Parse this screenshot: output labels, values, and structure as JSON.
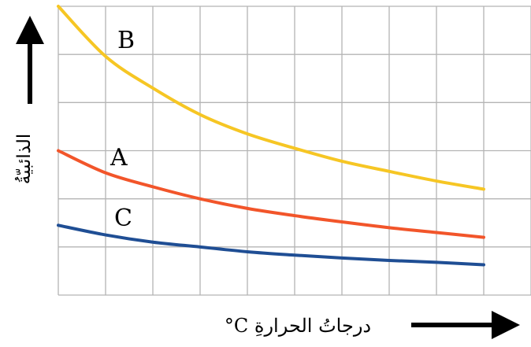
{
  "chart_data": {
    "type": "line",
    "xlabel": "درجاتُ الحرارةِ C°",
    "ylabel": "الذائبيّةُ",
    "grid": true,
    "legend": "inline labels",
    "series": [
      {
        "name": "B",
        "color": "#f6c624",
        "points": [
          [
            0,
            6.0
          ],
          [
            1,
            4.96
          ],
          [
            2,
            4.3
          ],
          [
            3,
            3.75
          ],
          [
            4,
            3.35
          ],
          [
            5,
            3.05
          ],
          [
            6,
            2.78
          ],
          [
            7,
            2.57
          ],
          [
            8,
            2.37
          ],
          [
            9,
            2.2
          ]
        ]
      },
      {
        "name": "A",
        "color": "#f2552a",
        "points": [
          [
            0,
            3.0
          ],
          [
            1,
            2.54
          ],
          [
            2,
            2.25
          ],
          [
            3,
            2.0
          ],
          [
            4,
            1.8
          ],
          [
            5,
            1.65
          ],
          [
            6,
            1.52
          ],
          [
            7,
            1.4
          ],
          [
            8,
            1.3
          ],
          [
            9,
            1.2
          ]
        ]
      },
      {
        "name": "C",
        "color": "#1f4e94",
        "points": [
          [
            0,
            1.45
          ],
          [
            1,
            1.25
          ],
          [
            2,
            1.1
          ],
          [
            3,
            1.0
          ],
          [
            4,
            0.9
          ],
          [
            5,
            0.83
          ],
          [
            6,
            0.77
          ],
          [
            7,
            0.72
          ],
          [
            8,
            0.68
          ],
          [
            9,
            0.63
          ]
        ]
      }
    ]
  }
}
